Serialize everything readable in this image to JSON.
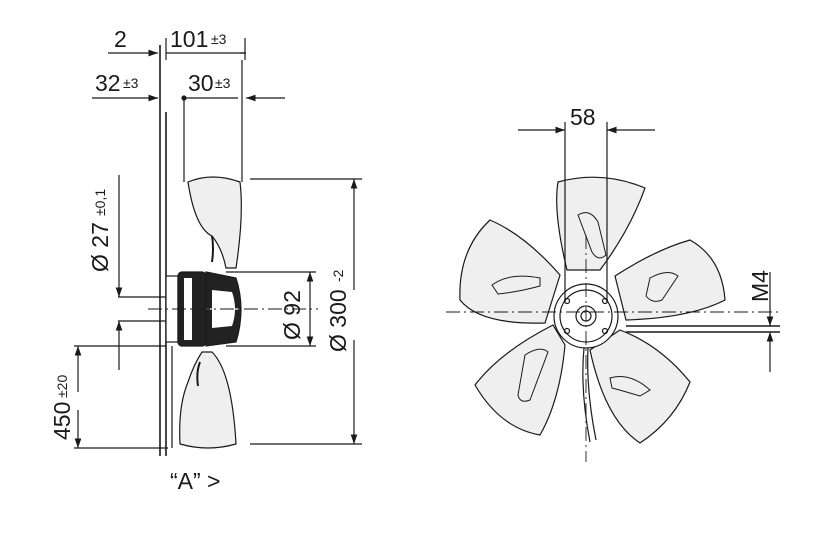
{
  "side_view": {
    "dim_top_left": "2",
    "dim_top_right_value": "101",
    "dim_top_right_tol": "±3",
    "dim_row2_left_value": "32",
    "dim_row2_left_tol": "±3",
    "dim_row2_right_value": "30",
    "dim_row2_right_tol": "±3",
    "hub_dia_value": "Ø 27",
    "hub_dia_tol": "±0,1",
    "motor_dia": "Ø 92",
    "fan_dia_value": "Ø 300",
    "fan_dia_tol": "-2",
    "cable_len_value": "450",
    "cable_len_tol": "±20",
    "view_label": "“A” >"
  },
  "front_view": {
    "bolt_spacing": "58",
    "thread": "M4"
  },
  "colors": {
    "line": "#1a1a1a",
    "blade_fill": "#efefef",
    "motor_dark": "#222222"
  }
}
